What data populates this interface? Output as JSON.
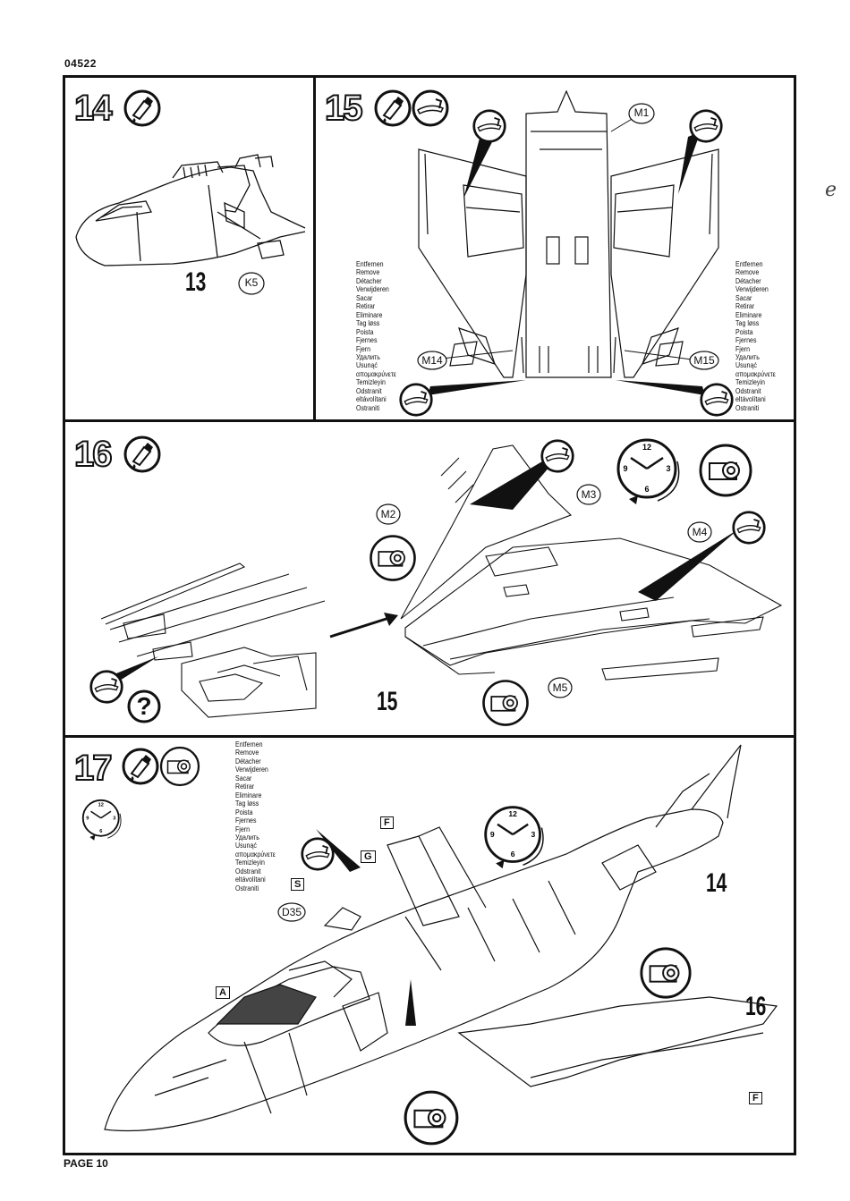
{
  "header": {
    "code": "04522"
  },
  "footer": {
    "page": "PAGE 10"
  },
  "side_mark": "e",
  "languages": [
    "Entfernen",
    "Remove",
    "Détacher",
    "Verwijderen",
    "Sacar",
    "Retirar",
    "Eliminare",
    "Tag løss",
    "Poista",
    "Fjernes",
    "Fjern",
    "Удалить",
    "Usunąć",
    "απομακρύνετε",
    "Temizleyin",
    "Odstranit",
    "eltávolítani",
    "Ostraniti"
  ],
  "steps": {
    "s14": {
      "number": "14",
      "part_label": "13",
      "callouts": [
        "K5"
      ]
    },
    "s15": {
      "number": "15",
      "callouts": [
        "M1",
        "M14",
        "M15"
      ]
    },
    "s16": {
      "number": "16",
      "part_label": "15",
      "callouts": [
        "M2",
        "M3",
        "M4",
        "M5"
      ],
      "question": "?"
    },
    "s17": {
      "number": "17",
      "labels": [
        "14",
        "16"
      ],
      "callouts": [
        "D35"
      ],
      "flags": [
        "F",
        "G",
        "S",
        "A",
        "F"
      ]
    }
  },
  "clock": {
    "n12": "12",
    "n3": "3",
    "n6": "6",
    "n9": "9"
  },
  "icons": [
    "glue-icon",
    "cutter-icon",
    "clock-icon",
    "tape-icon",
    "question-icon"
  ]
}
